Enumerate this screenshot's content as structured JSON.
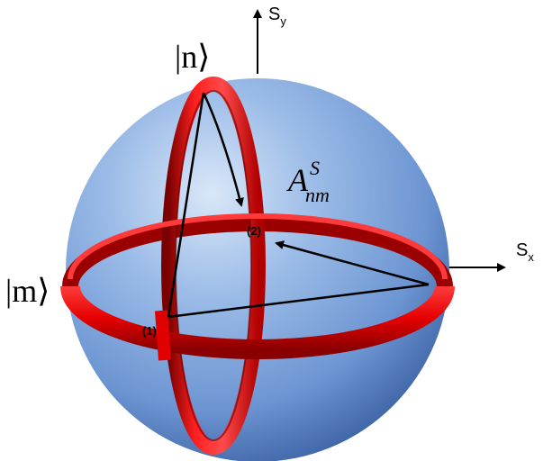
{
  "labels": {
    "axis_y": "S",
    "axis_y_sub": "y",
    "axis_x": "S",
    "axis_x_sub": "x",
    "ket_n": "|n⟩",
    "ket_m": "|m⟩",
    "area_main": "A",
    "area_super": "S",
    "area_sub": "nm",
    "point_1": "(1)",
    "point_2": "(2)"
  },
  "colors": {
    "sphere_light": "#cfe0f7",
    "sphere_mid": "#7ea7de",
    "sphere_dark": "#3f66a8",
    "ring_red": "#ff1a1a",
    "ring_dark": "#8a0000",
    "ink": "#000000"
  }
}
